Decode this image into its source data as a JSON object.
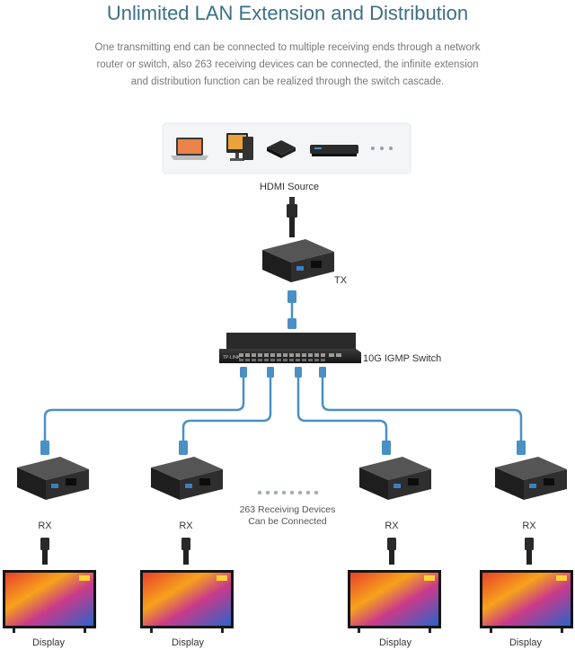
{
  "title": "Unlimited LAN Extension and Distribution",
  "description": [
    "One transmitting end can be connected to multiple receiving ends through a network",
    "router or switch, also 263 receiving devices can be connected, the infinite extension",
    "and distribution function can be realized through the switch cascade."
  ],
  "source": {
    "label": "HDMI Source"
  },
  "transmitter": {
    "label": "TX"
  },
  "switch": {
    "label": "10G IGMP Switch",
    "brand": "TP-LINK"
  },
  "receiver": {
    "label": "RX"
  },
  "display": {
    "label": "Display"
  },
  "receiving_note": [
    "263 Receiving Devices",
    "Can be Connected"
  ],
  "colors": {
    "title": "#3b6f86",
    "cable_blue": "#4a90c4",
    "device_dark": "#2a2a2a"
  }
}
